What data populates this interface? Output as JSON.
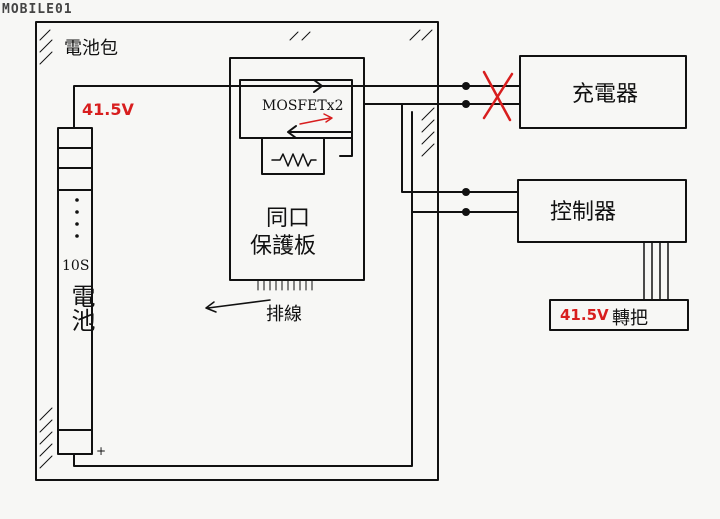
{
  "watermark": "MOBILE01",
  "battery_box_label": "電池包",
  "battery_voltage": "41.5V",
  "cell": {
    "count": "10S",
    "name": "電池",
    "polarity_plus": "+"
  },
  "bms": {
    "mosfet_label": "MOSFETx2",
    "board_line1": "同口",
    "board_line2": "保護板"
  },
  "balance_wire_label": "排線",
  "charger_label": "充電器",
  "controller_label": "控制器",
  "throttle": {
    "voltage": "41.5V",
    "label": "轉把"
  },
  "colors": {
    "ink": "#111111",
    "accent_red": "#d81e1e",
    "paper": "#f7f7f5"
  }
}
